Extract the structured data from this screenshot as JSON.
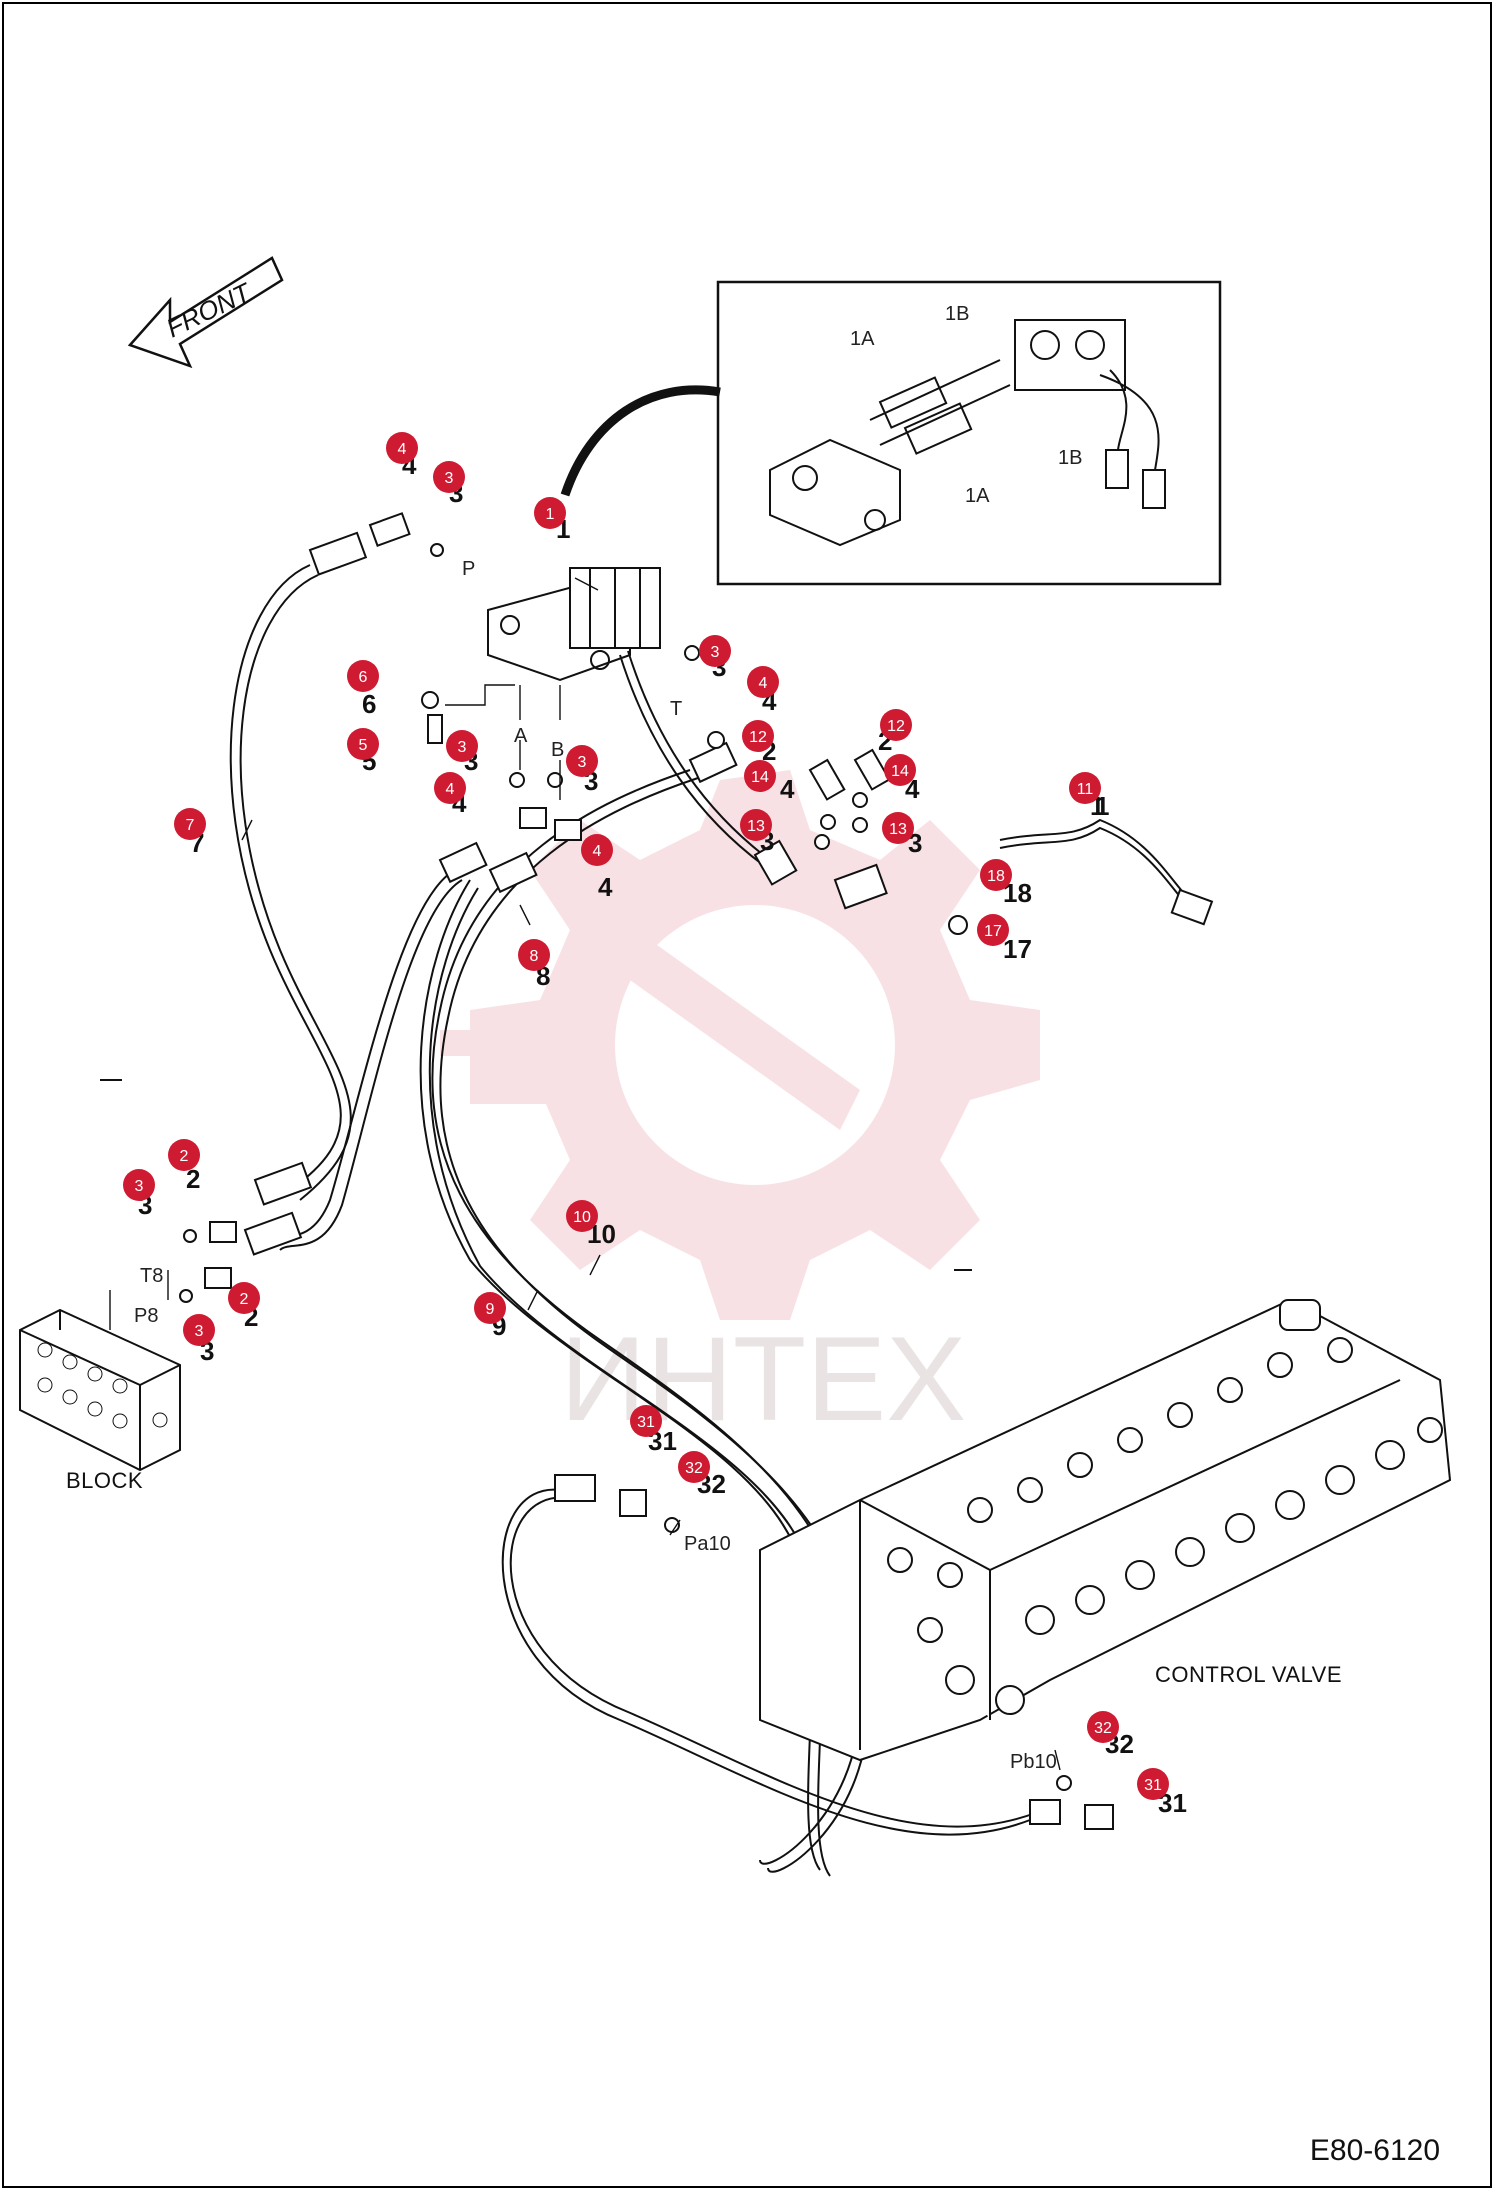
{
  "drawing_code": "E80-6120",
  "orientation_label": "FRONT",
  "captions": {
    "block": "BLOCK",
    "control_valve": "CONTROL VALVE"
  },
  "watermark_text": "ИНТЕХ",
  "inset_labels": [
    "1A",
    "1B",
    "1B",
    "1A"
  ],
  "port_labels": [
    "P",
    "T",
    "A",
    "B",
    "T8",
    "P8",
    "Pa10",
    "Pb10"
  ],
  "callouts": [
    "1",
    "2",
    "2",
    "3",
    "3",
    "3",
    "3",
    "3",
    "3",
    "4",
    "4",
    "4",
    "4",
    "5",
    "6",
    "7",
    "8",
    "9",
    "10",
    "11",
    "12",
    "12",
    "13",
    "13",
    "14",
    "14",
    "17",
    "18",
    "31",
    "31",
    "32",
    "32"
  ],
  "colors": {
    "callout_fill": "#cf1b32",
    "watermark": "#f3c9cf"
  }
}
